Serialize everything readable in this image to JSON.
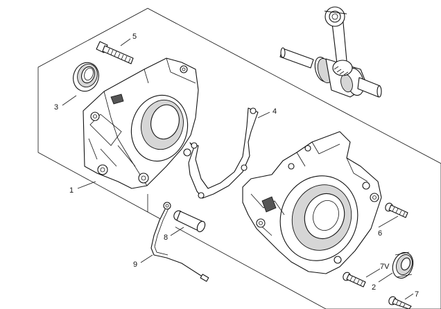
{
  "callouts": [
    {
      "id": "1",
      "label": "1"
    },
    {
      "id": "2",
      "label": "2"
    },
    {
      "id": "3",
      "label": "3"
    },
    {
      "id": "4",
      "label": "4"
    },
    {
      "id": "5",
      "label": "5"
    },
    {
      "id": "6",
      "label": "6"
    },
    {
      "id": "7",
      "label": "7"
    },
    {
      "id": "7V",
      "label": "7V"
    },
    {
      "id": "8",
      "label": "8"
    },
    {
      "id": "9",
      "label": "9"
    }
  ]
}
